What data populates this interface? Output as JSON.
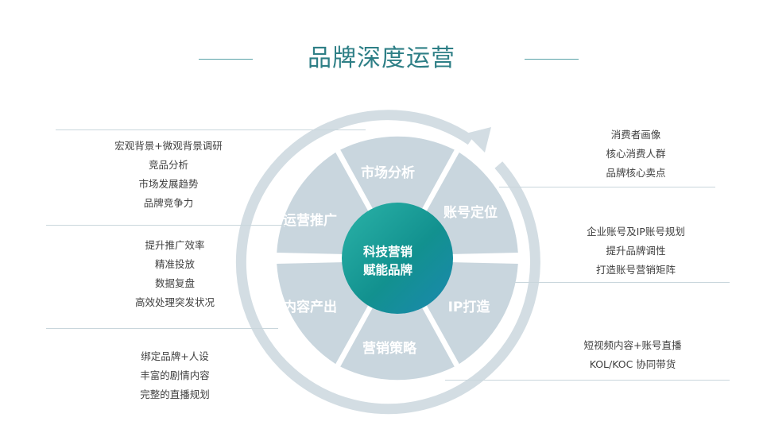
{
  "title": "品牌深度运营",
  "center": {
    "line1": "科技营销",
    "line2": "赋能品牌"
  },
  "segments": {
    "market": "市场分析",
    "account": "账号定位",
    "ip": "IP打造",
    "strategy": "营销策略",
    "content": "内容产出",
    "promotion": "运营推广"
  },
  "left_blocks": [
    [
      "宏观背景+微观背景调研",
      "竞品分析",
      "市场发展趋势",
      "品牌竞争力"
    ],
    [
      "提升推广效率",
      "精准投放",
      "数据复盘",
      "高效处理突发状况"
    ],
    [
      "绑定品牌+人设",
      "丰富的剧情内容",
      "完整的直播规划"
    ]
  ],
  "right_blocks": [
    [
      "消费者画像",
      "核心消费人群",
      "品牌核心卖点"
    ],
    [
      "企业账号及IP账号规划",
      "提升品牌调性",
      "打造账号营销矩阵"
    ],
    [
      "短视频内容+账号直播",
      "KOL/KOC 协同带货"
    ]
  ],
  "colors": {
    "accent": "#2e7f86",
    "segment": "#c9d6de",
    "ring": "#d3dde3",
    "center": "#1fa3a6"
  }
}
